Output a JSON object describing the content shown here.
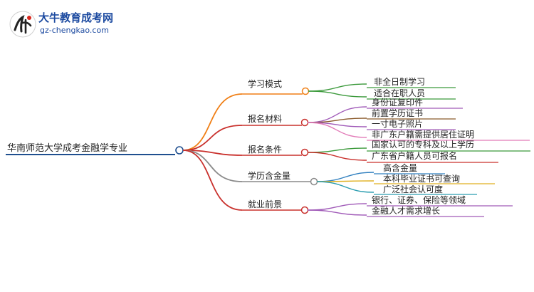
{
  "logo": {
    "title": "大牛教育成考网",
    "url": "gz-chengkao.com"
  },
  "colors": {
    "root": "#1f4f8f",
    "branch_1": "#f07f16",
    "branch_2": "#c9302c",
    "branch_3": "#c9302c",
    "branch_4": "#8a8a8a",
    "branch_5": "#c9302c",
    "leaf_green": "#3c9a3c",
    "leaf_purple": "#a05ab8",
    "leaf_brown": "#8b5a2b",
    "leaf_pink": "#e27bb8",
    "leaf_teal": "#2a9db0",
    "leaf_yellow": "#e0b020",
    "leaf_blue": "#2f7fbf"
  },
  "mindmap": {
    "root": "华南师范大学成考金融学专业",
    "branches": [
      {
        "label": "学习模式",
        "leaves": [
          "非全日制学习",
          "适合在职人员"
        ]
      },
      {
        "label": "报名材料",
        "leaves": [
          "身份证复印件",
          "前置学历证书",
          "一寸电子照片",
          "非广东户籍需提供居住证明"
        ]
      },
      {
        "label": "报名条件",
        "leaves": [
          "国家认可的专科及以上学历",
          "广东省户籍人员可报名"
        ]
      },
      {
        "label": "学历含金量",
        "leaves": [
          "高含金量",
          "本科毕业证书可查询",
          "广泛社会认可度"
        ]
      },
      {
        "label": "就业前景",
        "leaves": [
          "银行、证券、保险等领域",
          "金融人才需求增长"
        ]
      }
    ]
  }
}
